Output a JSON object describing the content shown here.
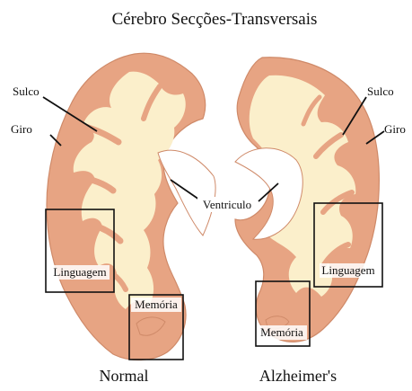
{
  "title": "Cérebro Secções-Transversais",
  "labels": {
    "sulco_left": "Sulco",
    "giro_left": "Giro",
    "sulco_right": "Sulco",
    "giro_right": "Giro",
    "ventricle": "Ventriculo",
    "language_left": "Linguagem",
    "memory_left": "Memória",
    "language_right": "Linguagem",
    "memory_right": "Memória"
  },
  "captions": {
    "normal": "Normal",
    "alzheimers": "Alzheimer's"
  },
  "colors": {
    "cortex": "#e7a483",
    "white_matter": "#fbefcb",
    "outline": "#cf8a69",
    "box": "#111111"
  }
}
